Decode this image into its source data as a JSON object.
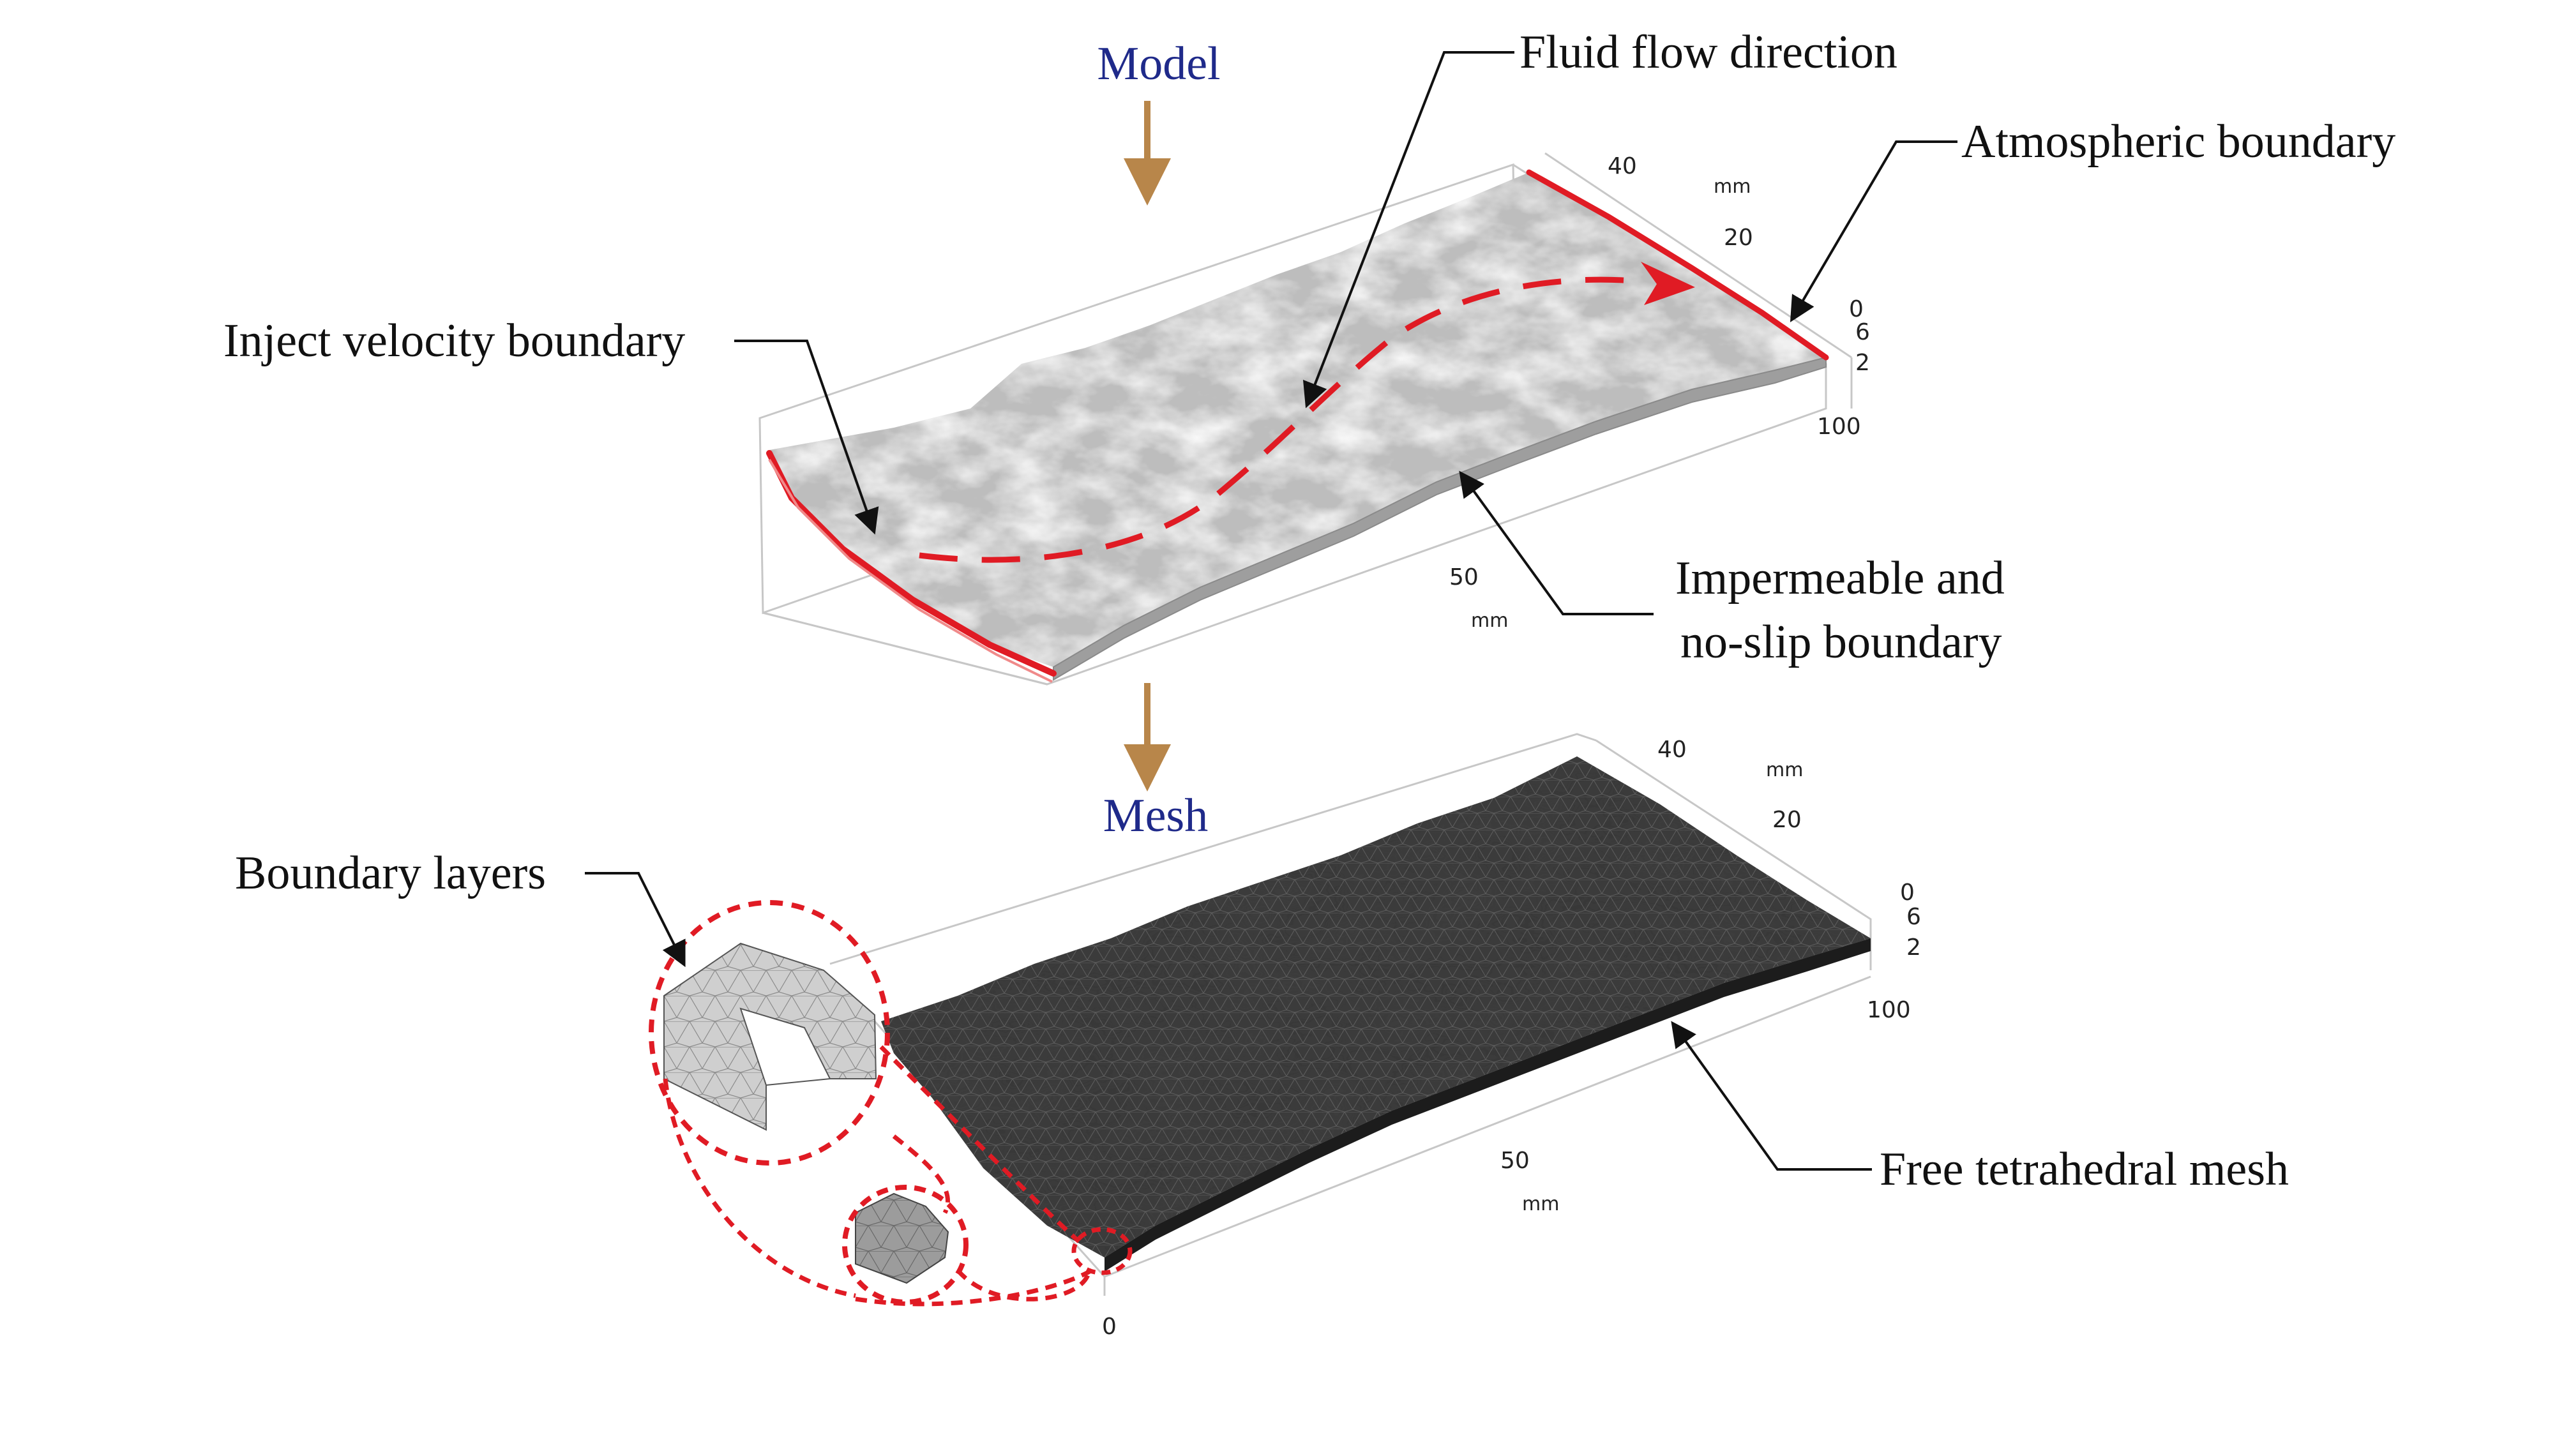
{
  "colors": {
    "title": "#1f2a8a",
    "arrow": "#b8864a",
    "boundary_red": "#e01b24",
    "model_surface": "#bdbdbd",
    "mesh_surface": "#3a3a3a",
    "text": "#111111"
  },
  "model": {
    "title": "Model",
    "labels": {
      "fluid_flow": "Fluid flow direction",
      "atmospheric": "Atmospheric boundary",
      "inject": "Inject velocity boundary",
      "impermeable_line1": "Impermeable and",
      "impermeable_line2": "no-slip boundary"
    },
    "axis": {
      "y_ticks": [
        "40",
        "20",
        "0"
      ],
      "y_unit": "mm",
      "z_ticks": [
        "6",
        "2"
      ],
      "x_ticks": [
        "100",
        "50"
      ],
      "x_unit": "mm"
    }
  },
  "mesh": {
    "title": "Mesh",
    "labels": {
      "boundary_layers": "Boundary layers",
      "free_tet": "Free tetrahedral mesh"
    },
    "axis": {
      "y_ticks": [
        "40",
        "20",
        "0"
      ],
      "y_unit": "mm",
      "z_ticks": [
        "6",
        "2"
      ],
      "x_ticks": [
        "100",
        "50",
        "0"
      ],
      "x_unit": "mm"
    }
  },
  "icons": {
    "down_arrow": "down-arrow-icon",
    "flow_arrow": "flow-direction-arrow-icon"
  }
}
